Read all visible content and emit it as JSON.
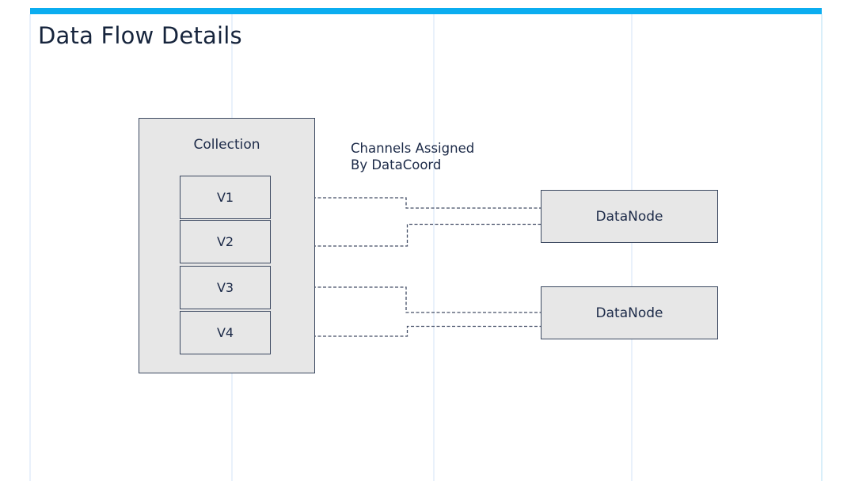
{
  "page": {
    "title": "Data Flow Details"
  },
  "theme": {
    "accent_bar_color": "#0badf0",
    "title_color": "#16243c",
    "box_fill": "#e7e7e7",
    "box_border": "#3b4860",
    "text_color": "#1c2a48",
    "gridline_color": "#e9f1fb",
    "connector_color": "#434e66"
  },
  "diagram": {
    "collection": {
      "label": "Collection",
      "channels": [
        {
          "label": "V1"
        },
        {
          "label": "V2"
        },
        {
          "label": "V3"
        },
        {
          "label": "V4"
        }
      ]
    },
    "annotation": {
      "line1": "Channels Assigned",
      "line2": "By DataCoord"
    },
    "datanodes": [
      {
        "label": "DataNode"
      },
      {
        "label": "DataNode"
      }
    ],
    "connections": [
      {
        "from": "V1",
        "to": "DataNode 1",
        "style": "dashed"
      },
      {
        "from": "V2",
        "to": "DataNode 1",
        "style": "dashed"
      },
      {
        "from": "V3",
        "to": "DataNode 2",
        "style": "dashed"
      },
      {
        "from": "V4",
        "to": "DataNode 2",
        "style": "dashed"
      }
    ]
  }
}
